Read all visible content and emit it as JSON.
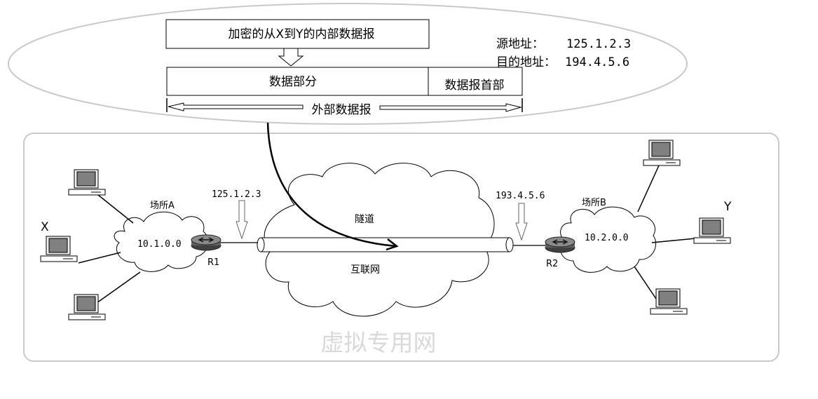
{
  "header": {
    "inner_datagram": "加密的从X到Y的内部数据报",
    "data_part": "数据部分",
    "datagram_header": "数据报首部",
    "outer_datagram": "外部数据报",
    "src_label": "源地址：",
    "src_value": "125.1.2.3",
    "dst_label": "目的地址：",
    "dst_value": "194.4.5.6"
  },
  "network": {
    "site_a": "场所A",
    "site_b": "场所B",
    "net_a": "10.1.0.0",
    "net_b": "10.2.0.0",
    "router_1": "R1",
    "router_2": "R2",
    "ip_r1": "125.1.2.3",
    "ip_r2": "193.4.5.6",
    "tunnel": "隧道",
    "internet": "互联网",
    "host_x": "X",
    "host_y": "Y",
    "title": "虚拟专用网"
  },
  "colors": {
    "ellipse_stroke": "#c8c8c8",
    "box_stroke": "#000000",
    "title": "#d9d9d9",
    "computer_screen": "#808080",
    "router": "#606060"
  }
}
